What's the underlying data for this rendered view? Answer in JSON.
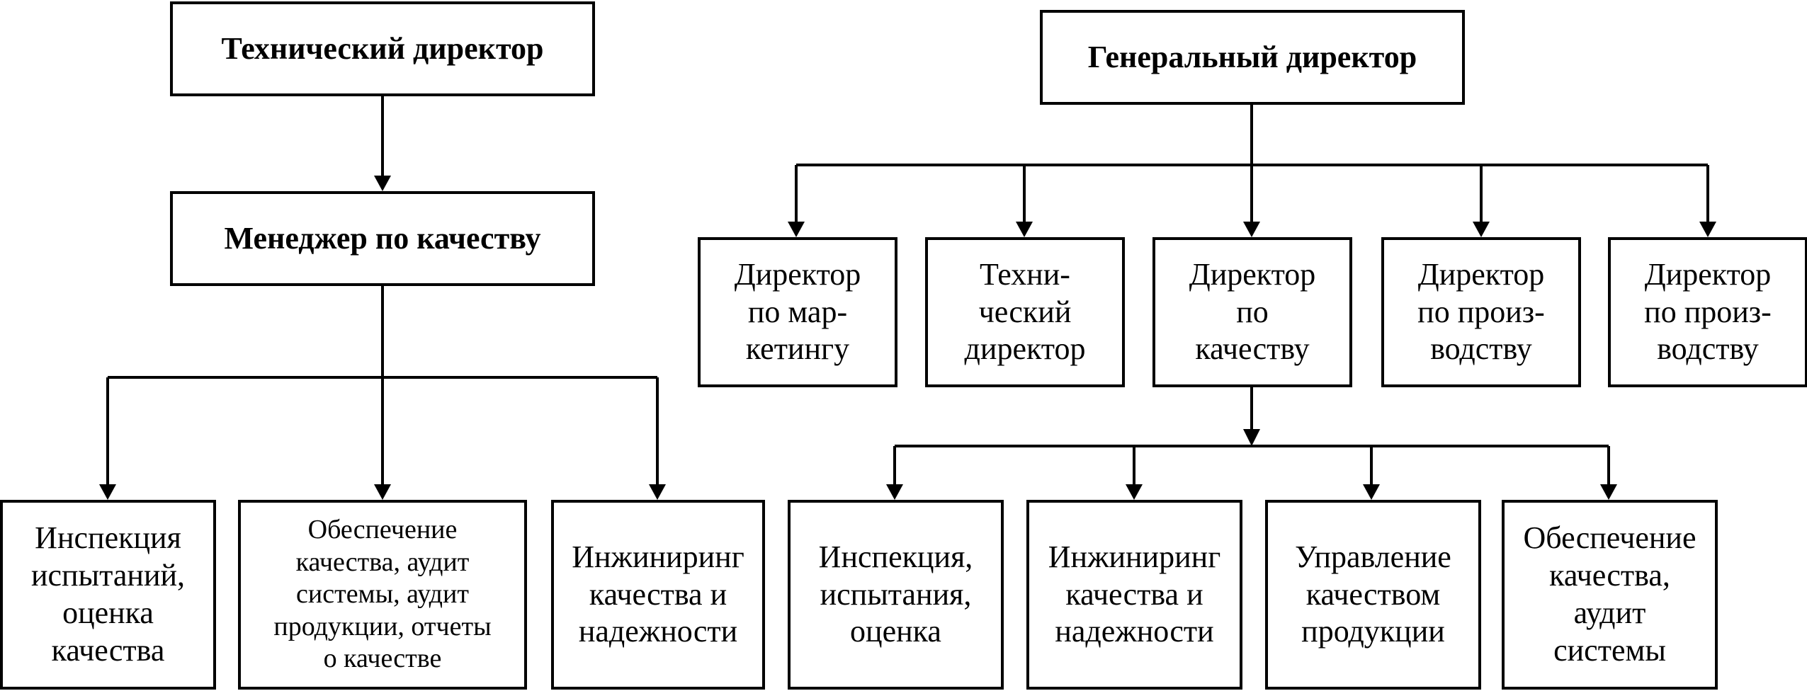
{
  "left_chart": {
    "technical_director": "Технический директор",
    "quality_manager": "Менеджер по качеству",
    "children": [
      "Инспекция\nиспытаний,\nоценка\nкачества",
      "Обеспечение\nкачества, аудит\nсистемы, аудит\nпродукции, отчеты\nо качестве",
      "Инжиниринг\nкачества и\nнадежности"
    ]
  },
  "right_chart": {
    "general_director": "Генеральный директор",
    "directors": [
      "Директор\nпо мар-\nкетингу",
      "Техни-\nческий\nдиректор",
      "Директор\nпо\nкачеству",
      "Директор\nпо произ-\nводству",
      "Директор\nпо произ-\nводству"
    ],
    "quality_children": [
      "Инспекция,\nиспытания,\nоценка",
      "Инжиниринг\nкачества и\nнадежности",
      "Управление\nкачеством\nпродукции",
      "Обеспечение\nкачества,\nаудит\nсистемы"
    ]
  }
}
